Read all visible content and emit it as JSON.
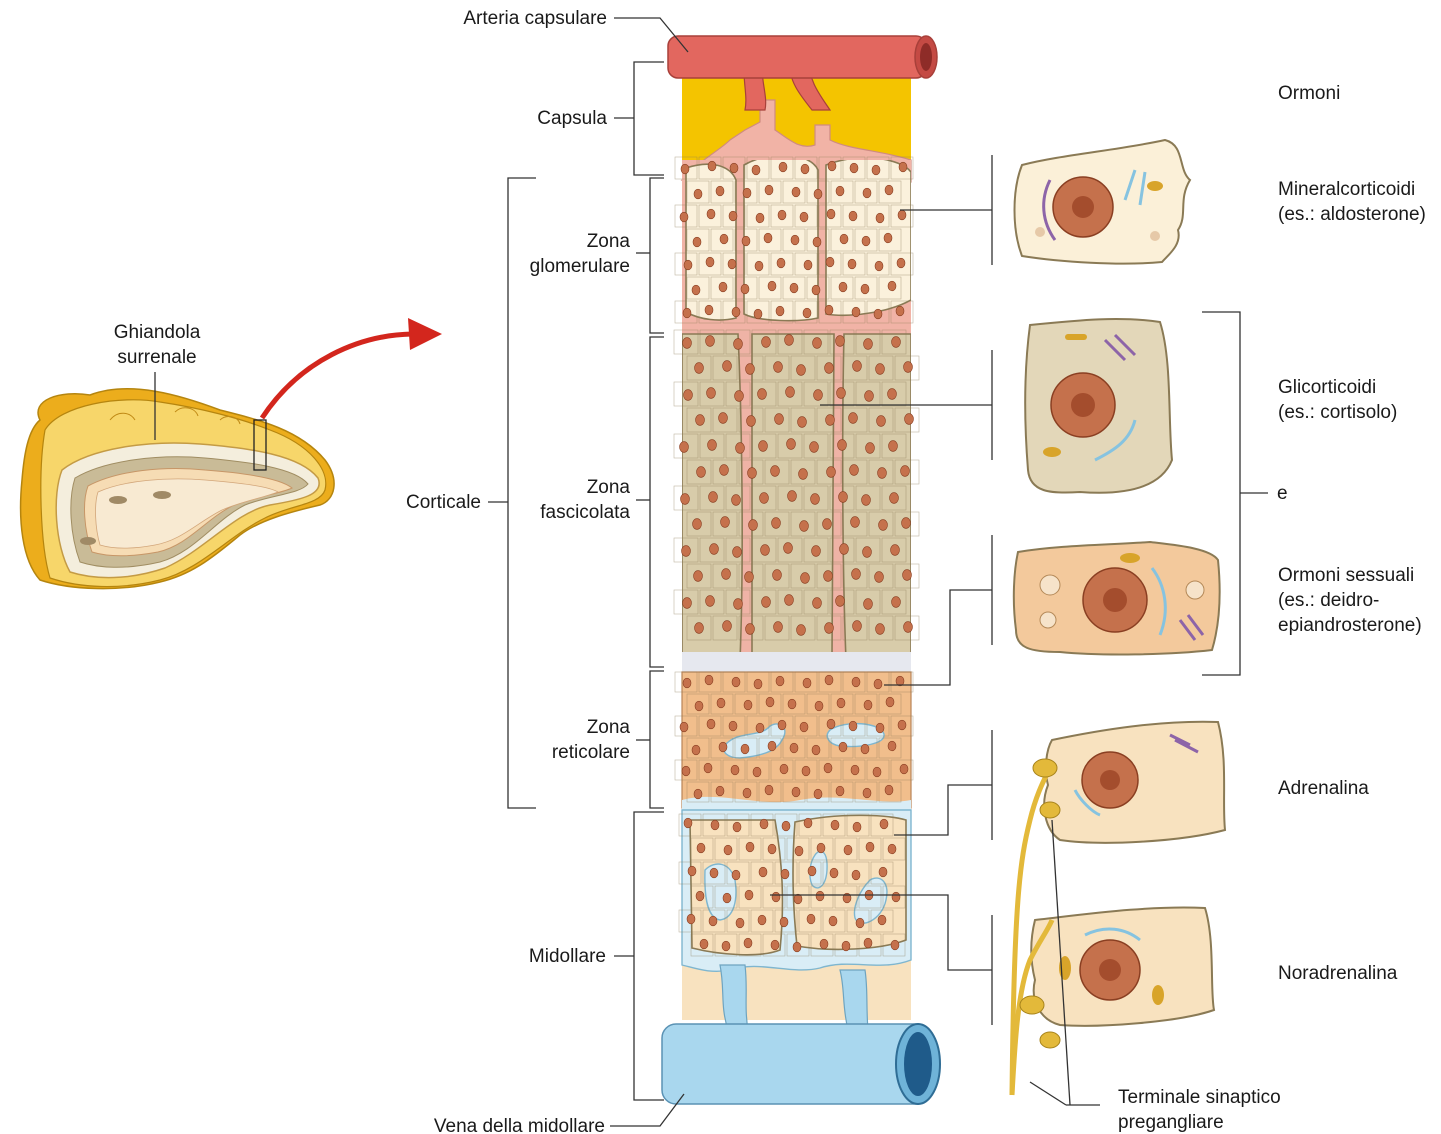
{
  "gland": {
    "label_line1": "Ghiandola",
    "label_line2": "surrenale"
  },
  "structures": {
    "artery": "Arteria capsulare",
    "capsule": "Capsula",
    "cortex": "Corticale",
    "zona_glom_1": "Zona",
    "zona_glom_2": "glomerulare",
    "zona_fasc_1": "Zona",
    "zona_fasc_2": "fascicolata",
    "zona_ret_1": "Zona",
    "zona_ret_2": "reticolare",
    "medulla": "Midollare",
    "vein": "Vena della midollare"
  },
  "hormones": {
    "header": "Ormoni",
    "mineral_1": "Mineralcorticoidi",
    "mineral_2": "(es.: aldosterone)",
    "gluco_1": "Glicorticoidi",
    "gluco_2": "(es.: cortisolo)",
    "and": "e",
    "sex_1": "Ormoni sessuali",
    "sex_2": "(es.: deidro-",
    "sex_3": "epiandrosterone)",
    "adrenaline": "Adrenalina",
    "noradrenaline": "Noradrenalina"
  },
  "terminal": {
    "line1": "Terminale sinaptico",
    "line2": "pregangliare"
  },
  "colors": {
    "artery": "#e2675f",
    "capsule": "#f4c400",
    "glomerulosa": "#fbf1dc",
    "fasciculata": "#d8ccaa",
    "reticularis": "#f1be8c",
    "medulla": "#f8e2bf",
    "vein": "#a9d7ee",
    "nucleus": "#c5714c",
    "arrow": "#d3261d",
    "nerve": "#e3b93a"
  }
}
